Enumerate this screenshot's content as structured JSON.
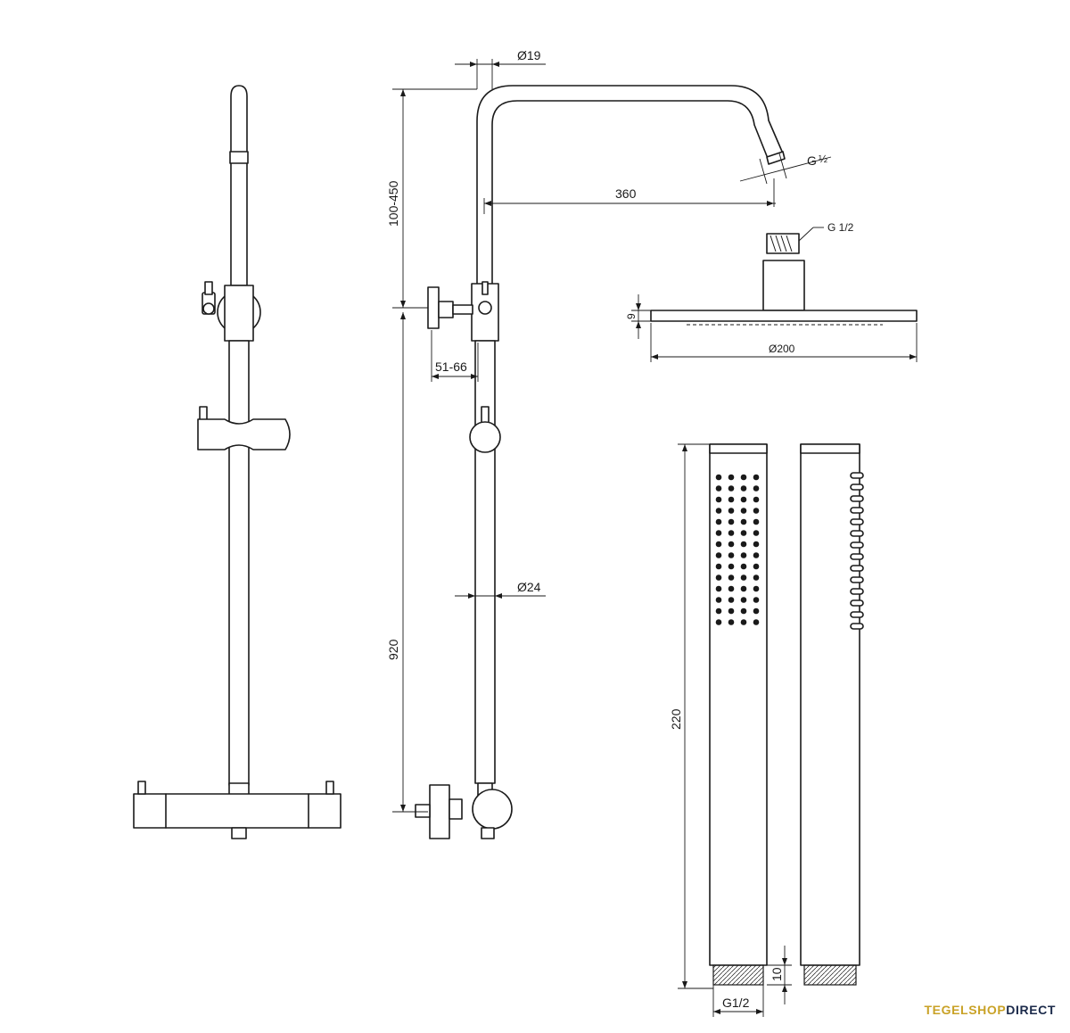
{
  "dimensions": {
    "dia_top_pipe": "Ø19",
    "dia_bar": "Ø24",
    "dia_head": "Ø200",
    "height_adjust": "100-450",
    "arm_length": "360",
    "valve_offset": "51-66",
    "total_height": "920",
    "head_thickness": "9",
    "hand_length": "220",
    "hand_thread_len": "10",
    "head_thread_label": "G 1/2",
    "hand_thread_label": "G1/2",
    "arm_thread_label": "G",
    "arm_thread_frac": "½"
  },
  "brand": {
    "part1": "TEGELSHOP",
    "part2": "DIRECT",
    "colors": {
      "gold": "#c9a227",
      "navy": "#1b2a4a"
    }
  }
}
